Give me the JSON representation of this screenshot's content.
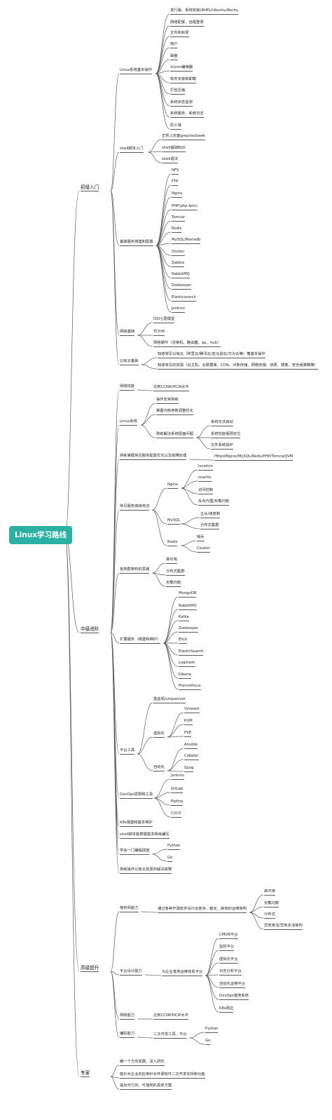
{
  "root": "Linux学习路线",
  "level1": [
    {
      "label": "初级入门",
      "children": [
        {
          "label": "Linux系统基本操作",
          "children": [
            {
              "label": "发行版、系统安装(RHEL/Ubuntu/Rocky"
            },
            {
              "label": "网络配置、远程登录"
            },
            {
              "label": "文件和目录"
            },
            {
              "label": "用户"
            },
            {
              "label": "磁盘"
            },
            {
              "label": "vi/vim编辑器"
            },
            {
              "label": "软件安装和卸载"
            },
            {
              "label": "打包压缩"
            },
            {
              "label": "系统状态监测"
            },
            {
              "label": "系统服务、系统日志"
            },
            {
              "label": "防火墙"
            }
          ]
        },
        {
          "label": "shell脚本入门",
          "children": [
            {
              "label": "正则三剑客grep/sed/awk"
            },
            {
              "label": "shell基础知识"
            },
            {
              "label": "shell语法"
            }
          ]
        },
        {
          "label": "基础服务搭建和配置",
          "children": [
            {
              "label": "NFS"
            },
            {
              "label": "FTP"
            },
            {
              "label": "Nginx"
            },
            {
              "label": "PHP(php-fpm)"
            },
            {
              "label": "Tomcat"
            },
            {
              "label": "Redis"
            },
            {
              "label": "MySQL/Mariadb"
            },
            {
              "label": "Docker"
            },
            {
              "label": "Zabbix"
            },
            {
              "label": "RabbitMQ"
            },
            {
              "label": "Zookeeper"
            },
            {
              "label": "Elasticsearch"
            },
            {
              "label": "Jenkins"
            }
          ]
        },
        {
          "label": "网络基础",
          "children": [
            {
              "label": "OSI七层模型"
            },
            {
              "label": "TCP/IP"
            },
            {
              "label": "网络硬件（交换机、路由器、ap、hub）"
            }
          ]
        },
        {
          "label": "公有云基础",
          "children": [
            {
              "label": "知道常见公有云（阿里云/腾讯云/亚马逊云/华为云等）懂基本操作"
            },
            {
              "label": "知道常见的资源（云主机、云数据库、CDN、对象存储、网络存储、快照、镜像、安全组策略等）"
            }
          ]
        }
      ]
    },
    {
      "label": "中级进阶",
      "children": [
        {
          "label": "网络技能",
          "children": [
            {
              "label": "达到CCNA/HCIA水平"
            }
          ]
        },
        {
          "label": "Linux系统",
          "children": [
            {
              "label": "操作非常熟练"
            },
            {
              "label": "掌握内核参数调整优化"
            },
            {
              "label": "熟练解决系统层面问题",
              "children": [
                {
                  "label": "系统无法启动"
                },
                {
                  "label": "系统性能瓶颈定位"
                },
                {
                  "label": "文件系统损坏"
                }
              ]
            }
          ]
        },
        {
          "label": "熟练掌握常见服务配置优化以及故障处理",
          "children": [
            {
              "label": "Httpd/Nginx/MySQL/Redis/PHP/Tomcat/JVM"
            }
          ]
        },
        {
          "label": "常见服务高级用法",
          "children": [
            {
              "label": "Nginx",
              "children": [
                {
                  "label": "location"
                },
                {
                  "label": "rewrite"
                },
                {
                  "label": "访问控制"
                },
                {
                  "label": "反向代理/负载均衡"
                }
              ]
            },
            {
              "label": "MySQL",
              "children": [
                {
                  "label": "主从/读复制"
                },
                {
                  "label": "分布式集群"
                }
              ]
            },
            {
              "label": "Redis",
              "children": [
                {
                  "label": "哨兵"
                },
                {
                  "label": "Cluster"
                }
              ]
            }
          ]
        },
        {
          "label": "common-cluster",
          "display": "各类群架构的思路",
          "children": [
            {
              "label": "高可用"
            },
            {
              "label": "分布式集群"
            },
            {
              "label": "负载均衡"
            }
          ]
        },
        {
          "label": "扩展服务（搭建和维护）",
          "children": [
            {
              "label": "MongoDB"
            },
            {
              "label": "RabbitMQ"
            },
            {
              "label": "Kafka"
            },
            {
              "label": "Zookeeper"
            },
            {
              "label": "Etcd"
            },
            {
              "label": "ElasticSearch"
            },
            {
              "label": "Logstash"
            },
            {
              "label": "Kibana"
            },
            {
              "label": "Prometheus"
            }
          ]
        },
        {
          "label": "平台工具",
          "children": [
            {
              "label": "堡垒机Jumpserver"
            },
            {
              "label": "虚拟化",
              "children": [
                {
                  "label": "Vmware"
                },
                {
                  "label": "KVM"
                },
                {
                  "label": "PVE"
                }
              ]
            },
            {
              "label": "自动化",
              "children": [
                {
                  "label": "Ansible"
                },
                {
                  "label": "Cobbler"
                },
                {
                  "label": "Spug"
                }
              ]
            }
          ]
        },
        {
          "label": "DevOps思想和工具",
          "children": [
            {
              "label": "Jenkins"
            },
            {
              "label": "GitLab"
            },
            {
              "label": "Pipline"
            },
            {
              "label": "CI/CD"
            }
          ]
        },
        {
          "label": "K8s搭建和基本维护"
        },
        {
          "label": "shell脚本能根据需求熟练编写"
        },
        {
          "label": "学会一门编程技能",
          "children": [
            {
              "label": "Python"
            },
            {
              "label": "Go"
            }
          ]
        },
        {
          "label": "熟练操作公有云资源并解决故障"
        }
      ]
    },
    {
      "label": "高级提升",
      "children": [
        {
          "label": "架构师能力",
          "children": [
            {
              "label": "通过各种开源软件设计出复杂、稳定、高效的运维架构",
              "children": [
                {
                  "label": "高可用"
                },
                {
                  "label": "负载均衡"
                },
                {
                  "label": "分布式"
                },
                {
                  "label": "异地单活/异地多活架构"
                }
              ]
            }
          ]
        },
        {
          "label": "平台设计能力",
          "children": [
            {
              "label": "为企业落地运维体系平台",
              "children": [
                {
                  "label": "CMDB平台"
                },
                {
                  "label": "监控平台"
                },
                {
                  "label": "虚拟化平台"
                },
                {
                  "label": "日志分析平台"
                },
                {
                  "label": "自动化运维平台"
                },
                {
                  "label": "DevOps落地系统"
                },
                {
                  "label": "K8s周边"
                }
              ]
            }
          ]
        },
        {
          "label": "网络能力",
          "children": [
            {
              "label": "达到CCNP/HCIP水平"
            }
          ]
        },
        {
          "label": "编码能力",
          "children": [
            {
              "label": "二次开发工具、平台",
              "children": [
                {
                  "label": "Python"
                },
                {
                  "label": "Go"
                }
              ]
            }
          ]
        }
      ]
    },
    {
      "label": "专家",
      "children": [
        {
          "label": "朝一个方向发展，深入研究"
        },
        {
          "label": "能针对企业的应用针对开源软件二次开发实现新功能"
        },
        {
          "label": "提出可行的、可落地的具体方案"
        }
      ]
    }
  ]
}
